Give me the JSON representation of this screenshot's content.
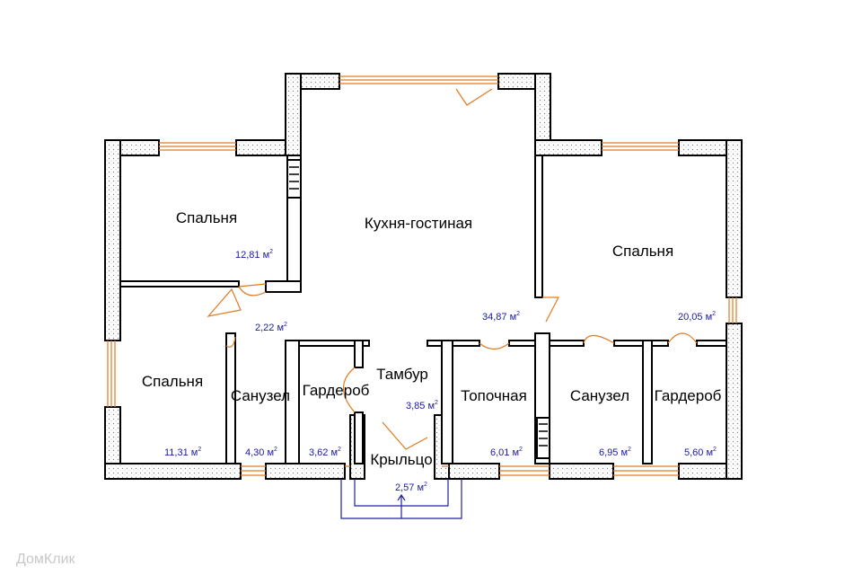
{
  "rooms": [
    {
      "name": "Спальня",
      "area": "12,81"
    },
    {
      "name": "Кухня-гостиная",
      "area": "34,87"
    },
    {
      "name": "Спальня",
      "area": "20,05"
    },
    {
      "name": "",
      "area": "2,22"
    },
    {
      "name": "Спальня",
      "area": "11,31"
    },
    {
      "name": "Санузел",
      "area": "4,30"
    },
    {
      "name": "Гардероб",
      "area": "3,62"
    },
    {
      "name": "Тамбур",
      "area": "3,85"
    },
    {
      "name": "Топочная",
      "area": "6,01"
    },
    {
      "name": "Санузел",
      "area": "6,95"
    },
    {
      "name": "Гардероб",
      "area": "5,60"
    },
    {
      "name": "Крыльцо",
      "area": "2,57"
    }
  ],
  "unit": "м",
  "unit_sup": "2",
  "watermark": "ДомКлик",
  "colors": {
    "wall": "#000000",
    "openings": "#e07a20",
    "area_text": "#1a1aa6",
    "porch": "#2020a0"
  }
}
